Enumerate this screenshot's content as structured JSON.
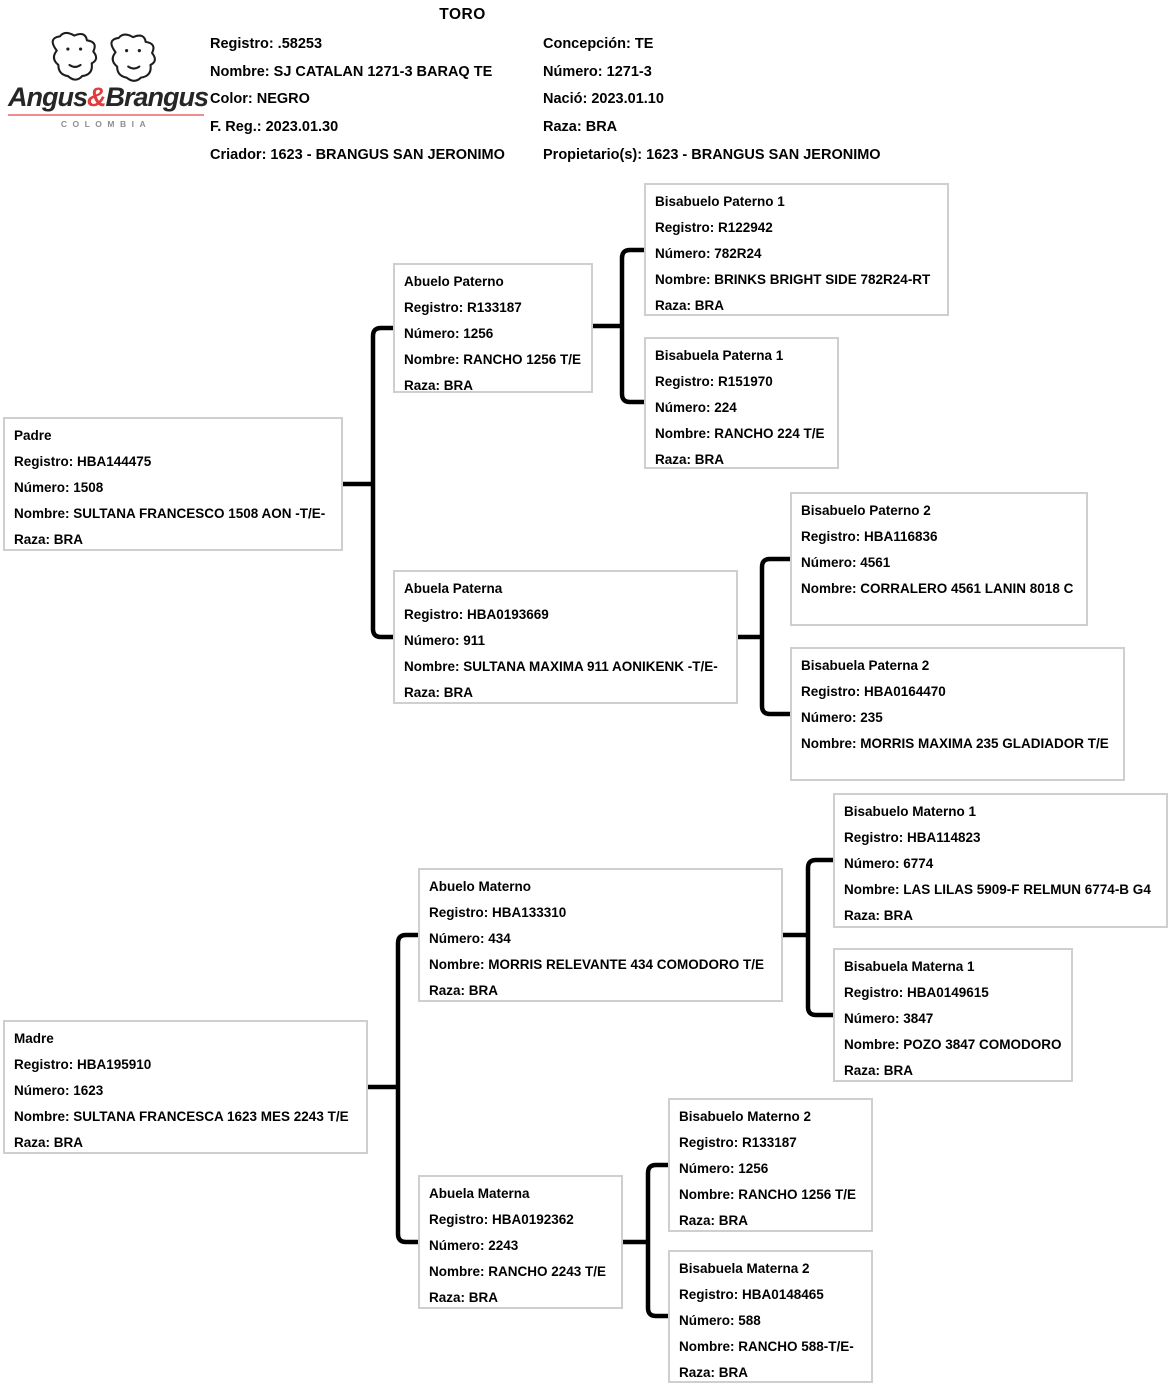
{
  "title": "TORO",
  "logo": {
    "word_part1": "Angus",
    "word_amp": "&",
    "word_part2": "Brangus",
    "subtitle": "COLOMBIA",
    "amp_color": "#e23b3b",
    "underline_color": "#ef8d8d",
    "icon": "cow-heads-icon"
  },
  "header": {
    "left": [
      {
        "label": "Registro:",
        "value": ".58253"
      },
      {
        "label": "Nombre:",
        "value": "SJ CATALAN 1271-3 BARAQ TE"
      },
      {
        "label": "Color:",
        "value": "NEGRO"
      },
      {
        "label": "F. Reg.:",
        "value": "2023.01.30"
      },
      {
        "label": "Criador:",
        "value": "1623 - BRANGUS SAN JERONIMO"
      }
    ],
    "right": [
      {
        "label": "Concepción:",
        "value": "TE"
      },
      {
        "label": "Número:",
        "value": "1271-3"
      },
      {
        "label": "Nació:",
        "value": "2023.01.10"
      },
      {
        "label": "Raza:",
        "value": "BRA"
      },
      {
        "label": "Propietario(s):",
        "value": "1623 - BRANGUS SAN JERONIMO"
      }
    ]
  },
  "tree": {
    "nodes": [
      {
        "key": "padre",
        "title": "Padre",
        "fields": [
          {
            "label": "Registro:",
            "value": "HBA144475"
          },
          {
            "label": "Número:",
            "value": "1508"
          },
          {
            "label": "Nombre:",
            "value": "SULTANA FRANCESCO 1508 AON -T/E-"
          },
          {
            "label": "Raza:",
            "value": "BRA"
          }
        ]
      },
      {
        "key": "abuelo-paterno",
        "title": "Abuelo Paterno",
        "fields": [
          {
            "label": "Registro:",
            "value": "R133187"
          },
          {
            "label": "Número:",
            "value": "1256"
          },
          {
            "label": "Nombre:",
            "value": "RANCHO 1256 T/E"
          },
          {
            "label": "Raza:",
            "value": "BRA"
          }
        ]
      },
      {
        "key": "abuela-paterna",
        "title": "Abuela Paterna",
        "fields": [
          {
            "label": "Registro:",
            "value": "HBA0193669"
          },
          {
            "label": "Número:",
            "value": "911"
          },
          {
            "label": "Nombre:",
            "value": "SULTANA MAXIMA 911 AONIKENK -T/E-"
          },
          {
            "label": "Raza:",
            "value": "BRA"
          }
        ]
      },
      {
        "key": "bisabuelo-paterno-1",
        "title": "Bisabuelo Paterno 1",
        "fields": [
          {
            "label": "Registro:",
            "value": "R122942"
          },
          {
            "label": "Número:",
            "value": "782R24"
          },
          {
            "label": "Nombre:",
            "value": "BRINKS BRIGHT SIDE 782R24-RT"
          },
          {
            "label": "Raza:",
            "value": "BRA"
          }
        ]
      },
      {
        "key": "bisabuela-paterna-1",
        "title": "Bisabuela Paterna 1",
        "fields": [
          {
            "label": "Registro:",
            "value": "R151970"
          },
          {
            "label": "Número:",
            "value": "224"
          },
          {
            "label": "Nombre:",
            "value": "RANCHO 224 T/E"
          },
          {
            "label": "Raza:",
            "value": "BRA"
          }
        ]
      },
      {
        "key": "bisabuelo-paterno-2",
        "title": "Bisabuelo Paterno 2",
        "fields": [
          {
            "label": "Registro:",
            "value": "HBA116836"
          },
          {
            "label": "Número:",
            "value": "4561"
          },
          {
            "label": "Nombre:",
            "value": "CORRALERO 4561 LANIN 8018 C"
          }
        ]
      },
      {
        "key": "bisabuela-paterna-2",
        "title": "Bisabuela Paterna 2",
        "fields": [
          {
            "label": "Registro:",
            "value": "HBA0164470"
          },
          {
            "label": "Número:",
            "value": "235"
          },
          {
            "label": "Nombre:",
            "value": "MORRIS MAXIMA 235 GLADIADOR T/E"
          }
        ]
      },
      {
        "key": "madre",
        "title": "Madre",
        "fields": [
          {
            "label": "Registro:",
            "value": "HBA195910"
          },
          {
            "label": "Número:",
            "value": "1623"
          },
          {
            "label": "Nombre:",
            "value": "SULTANA FRANCESCA 1623 MES 2243 T/E"
          },
          {
            "label": "Raza:",
            "value": "BRA"
          }
        ]
      },
      {
        "key": "abuelo-materno",
        "title": "Abuelo Materno",
        "fields": [
          {
            "label": "Registro:",
            "value": "HBA133310"
          },
          {
            "label": "Número:",
            "value": "434"
          },
          {
            "label": "Nombre:",
            "value": "MORRIS RELEVANTE 434 COMODORO T/E"
          },
          {
            "label": "Raza:",
            "value": "BRA"
          }
        ]
      },
      {
        "key": "bisabuelo-materno-1",
        "title": "Bisabuelo Materno 1",
        "fields": [
          {
            "label": "Registro:",
            "value": "HBA114823"
          },
          {
            "label": "Número:",
            "value": "6774"
          },
          {
            "label": "Nombre:",
            "value": "LAS LILAS 5909-F RELMUN 6774-B G4"
          },
          {
            "label": "Raza:",
            "value": "BRA"
          }
        ]
      },
      {
        "key": "bisabuela-materna-1",
        "title": "Bisabuela Materna 1",
        "fields": [
          {
            "label": "Registro:",
            "value": "HBA0149615"
          },
          {
            "label": "Número:",
            "value": "3847"
          },
          {
            "label": "Nombre:",
            "value": "POZO 3847 COMODORO"
          },
          {
            "label": "Raza:",
            "value": "BRA"
          }
        ]
      },
      {
        "key": "bisabuelo-materno-2",
        "title": "Bisabuelo Materno 2",
        "fields": [
          {
            "label": "Registro:",
            "value": "R133187"
          },
          {
            "label": "Número:",
            "value": "1256"
          },
          {
            "label": "Nombre:",
            "value": "RANCHO 1256 T/E"
          },
          {
            "label": "Raza:",
            "value": "BRA"
          }
        ]
      },
      {
        "key": "abuela-materna",
        "title": "Abuela Materna",
        "fields": [
          {
            "label": "Registro:",
            "value": "HBA0192362"
          },
          {
            "label": "Número:",
            "value": "2243"
          },
          {
            "label": "Nombre:",
            "value": "RANCHO 2243 T/E"
          },
          {
            "label": "Raza:",
            "value": "BRA"
          }
        ]
      },
      {
        "key": "bisabuela-materna-2",
        "title": "Bisabuela Materna 2",
        "fields": [
          {
            "label": "Registro:",
            "value": "HBA0148465"
          },
          {
            "label": "Número:",
            "value": "588"
          },
          {
            "label": "Nombre:",
            "value": "RANCHO 588-T/E-"
          },
          {
            "label": "Raza:",
            "value": "BRA"
          }
        ]
      }
    ]
  }
}
